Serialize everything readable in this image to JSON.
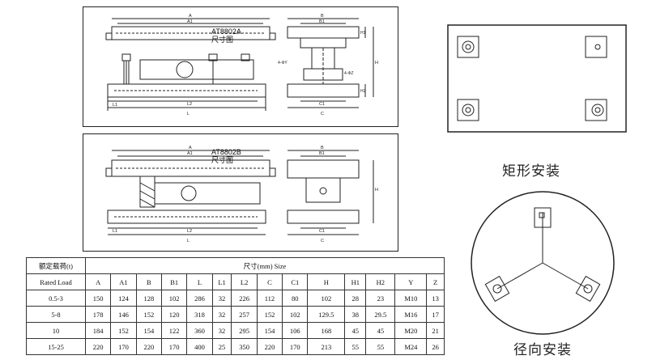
{
  "diagram_a": {
    "model": "AT8802A",
    "subtitle": "尺寸图"
  },
  "diagram_b": {
    "model": "AT8802B",
    "subtitle": "尺寸图"
  },
  "dim_labels": {
    "A": "A",
    "A1": "A1",
    "L": "L",
    "L1": "L1",
    "L2": "L2",
    "B": "B",
    "B1": "B1",
    "C": "C",
    "C1": "C1",
    "H": "H",
    "H1": "H1",
    "H2": "H2",
    "Y": "4-ΦY",
    "Z": "4-ΦZ"
  },
  "installations": {
    "rect_label": "矩形安装",
    "radial_label": "径向安装"
  },
  "table": {
    "header_cn": "额定载荷(t)",
    "header_en": "Rated Load",
    "size_header": "尺寸(mm)  Size",
    "columns": [
      "A",
      "A1",
      "B",
      "B1",
      "L",
      "L1",
      "L2",
      "C",
      "C1",
      "H",
      "H1",
      "H2",
      "Y",
      "Z"
    ],
    "rows": [
      {
        "load": "0.5-3",
        "values": [
          "150",
          "124",
          "128",
          "102",
          "286",
          "32",
          "226",
          "112",
          "80",
          "102",
          "28",
          "23",
          "M10",
          "13"
        ]
      },
      {
        "load": "5-8",
        "values": [
          "178",
          "146",
          "152",
          "120",
          "318",
          "32",
          "257",
          "152",
          "102",
          "129.5",
          "38",
          "29.5",
          "M16",
          "17"
        ]
      },
      {
        "load": "10",
        "values": [
          "184",
          "152",
          "154",
          "122",
          "360",
          "32",
          "295",
          "154",
          "106",
          "168",
          "45",
          "45",
          "M20",
          "21"
        ]
      },
      {
        "load": "15-25",
        "values": [
          "220",
          "170",
          "220",
          "170",
          "400",
          "25",
          "350",
          "220",
          "170",
          "213",
          "55",
          "55",
          "M24",
          "26"
        ]
      }
    ]
  }
}
